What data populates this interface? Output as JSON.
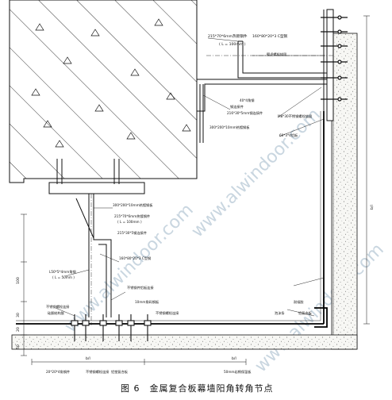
{
  "caption": "图 6　金属复合板幕墙阳角转角节点",
  "watermark": "www.alwindoor.com",
  "labels": {
    "top_bracket_size": "215*70*6mm热镀钢件",
    "top_bracket_len": "( L = 100mm )",
    "top_channel": "160*80*20*3 C型钢",
    "bolt_top": "壁虎螺栓锚固",
    "angle_40": "40*4角钢",
    "steel_joint": "钢连接件",
    "bolt_mid": "216*30*5mm钢连接件",
    "beam_300": "300*200*10mm热镀钢板",
    "m8_bolt": "M8*30不锈钢螺栓锚固",
    "panel_60": "60*3*4铝板",
    "corner_plate": "300*200*10mm热镀钢板",
    "corner_bracket": "215*70*6mm热镀钢件",
    "corner_bracket_len": "( L = 100mm )",
    "steel_piece": "215*30*5钢连接件",
    "c_steel": "160*80*20*3 C型钢",
    "steel_strip": "不锈钢件铝板连接",
    "l_angle": "L50*5*4mm角钢",
    "l_angle_len": "( L = 50mm )",
    "stainless_bolt_bottom": "不锈钢螺栓连接",
    "sealant_left": "硅酮结构胶",
    "pad_bottom": "10mm角码钢板",
    "bolt_bottom": "不锈钢螺栓连接",
    "seal_right": "耐候胶",
    "backing_rod": "泡沫条",
    "panel_bottom": "铝复合板",
    "bottom_left_1": "20*20*4角钢件",
    "bottom_left_2": "不锈钢螺栓连接",
    "bottom_left_3": "铝塑复合板",
    "bottom_right": "50mm岩棉保温板",
    "dim_bottom_left": "b/l",
    "dim_bottom_right": "b/l",
    "dim_v_1": "100",
    "dim_v_2": "30",
    "dim_v_3": "20",
    "dim_v_4": "50",
    "dim_v_right": "b/l"
  }
}
